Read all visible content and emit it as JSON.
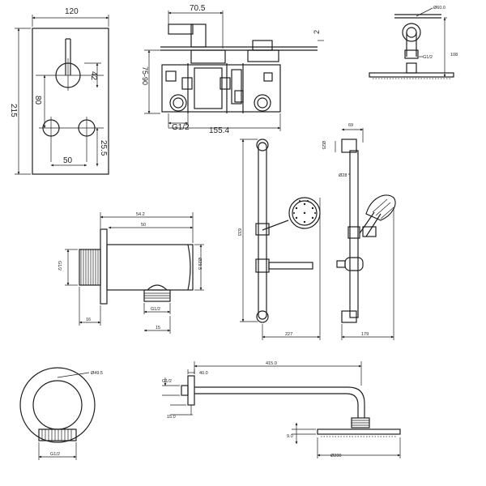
{
  "valve_plate": {
    "width": "120",
    "height": "215",
    "spacing_top": "42",
    "spacing_mid": "80",
    "spacing_bottom": "25.5",
    "knob_spacing": "50"
  },
  "valve_body": {
    "top_width": "70.5",
    "depth": "75-90",
    "plate": "2",
    "total_width": "155.4",
    "thread": "G1/2"
  },
  "ceiling_arm": {
    "flange": "Ø60.0",
    "drop": "108",
    "thread": "G1/2"
  },
  "outlet_side": {
    "overall": "54.2",
    "body": "50",
    "diameter": "Ø29.5",
    "thread_in": "G1/2",
    "thread_out": "G1/2",
    "left_len": "16",
    "right_len": "15"
  },
  "riser": {
    "height": "633",
    "spread": "227",
    "top_width": "69",
    "bracket": "Ø25",
    "rail": "Ø28",
    "depth": "179"
  },
  "outlet_front": {
    "diameter": "Ø49.5",
    "thread": "G1/2"
  },
  "wall_arm": {
    "thread": "G1/2",
    "flange": "40.0",
    "length": "415.0",
    "offset": "15.0",
    "head_height": "9.0",
    "head_diameter": "Ø200"
  }
}
